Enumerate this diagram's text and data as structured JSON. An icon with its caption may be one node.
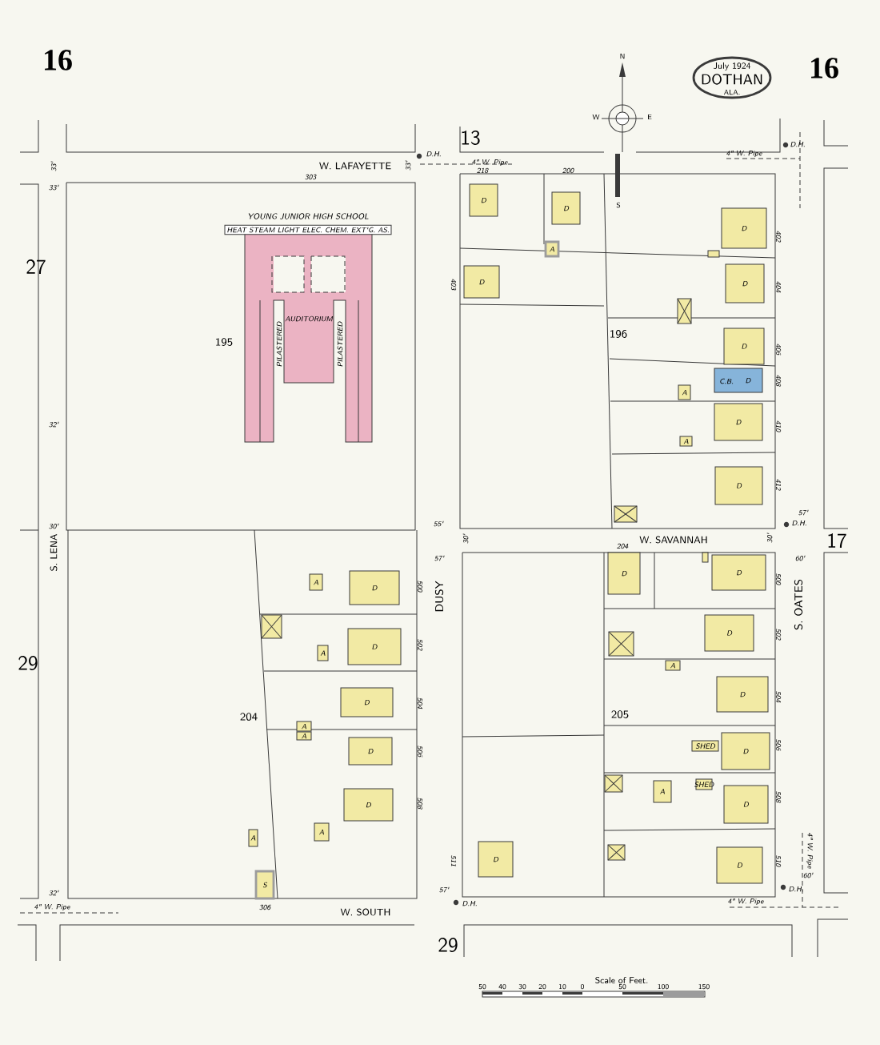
{
  "diagram": {
    "labels": [
      "16",
      "July 1924",
      "DOTHAN",
      "ALA.",
      "16",
      "N",
      "W",
      "E",
      "S",
      "13",
      "33'",
      "W. LAFAYETTE",
      "33'",
      "D.H.",
      "4\" W. Pipe",
      "4\" W. Pipe",
      "D.H.",
      "303",
      "218",
      "200",
      "33'",
      "27",
      "YOUNG JUNIOR HIGH SCHOOL",
      "HEAT STEAM LIGHT ELEC. CHEM. EXT'G. AS.",
      "AUDITORIUM",
      "PILASTERED",
      "PILASTERED",
      "195",
      "196",
      "32'",
      "403",
      "402",
      "404",
      "406",
      "408",
      "410",
      "412",
      "C.B.",
      "30'",
      "55'",
      "57'",
      "30'",
      "W. SAVANNAH",
      "204",
      "30'",
      "57'",
      "D.H.",
      "17",
      "60'",
      "S. LENA",
      "DUSY",
      "S. OATES",
      "29",
      "500",
      "502",
      "504",
      "506",
      "508",
      "204",
      "205",
      "500",
      "502",
      "504",
      "506",
      "508",
      "511",
      "510",
      "32'",
      "306",
      "57'",
      "D.H.",
      "4\" W. Pipe",
      "W. SOUTH",
      "4\" W. Pipe",
      "D.H.",
      "60'",
      "4\" W. Pipe",
      "29",
      "Scale of Feet.",
      "50",
      "40",
      "30",
      "20",
      "10",
      "0",
      "50",
      "100",
      "150",
      "D",
      "D",
      "A",
      "D",
      "D",
      "D",
      "D",
      "A",
      "D",
      "A",
      "D",
      "D",
      "A",
      "D",
      "A",
      "D",
      "D",
      "A",
      "A",
      "D",
      "D",
      "A",
      "A",
      "S",
      "D",
      "D",
      "D",
      "A",
      "D",
      "SHED",
      "D",
      "A",
      "SHED",
      "D",
      "D",
      "D"
    ]
  }
}
